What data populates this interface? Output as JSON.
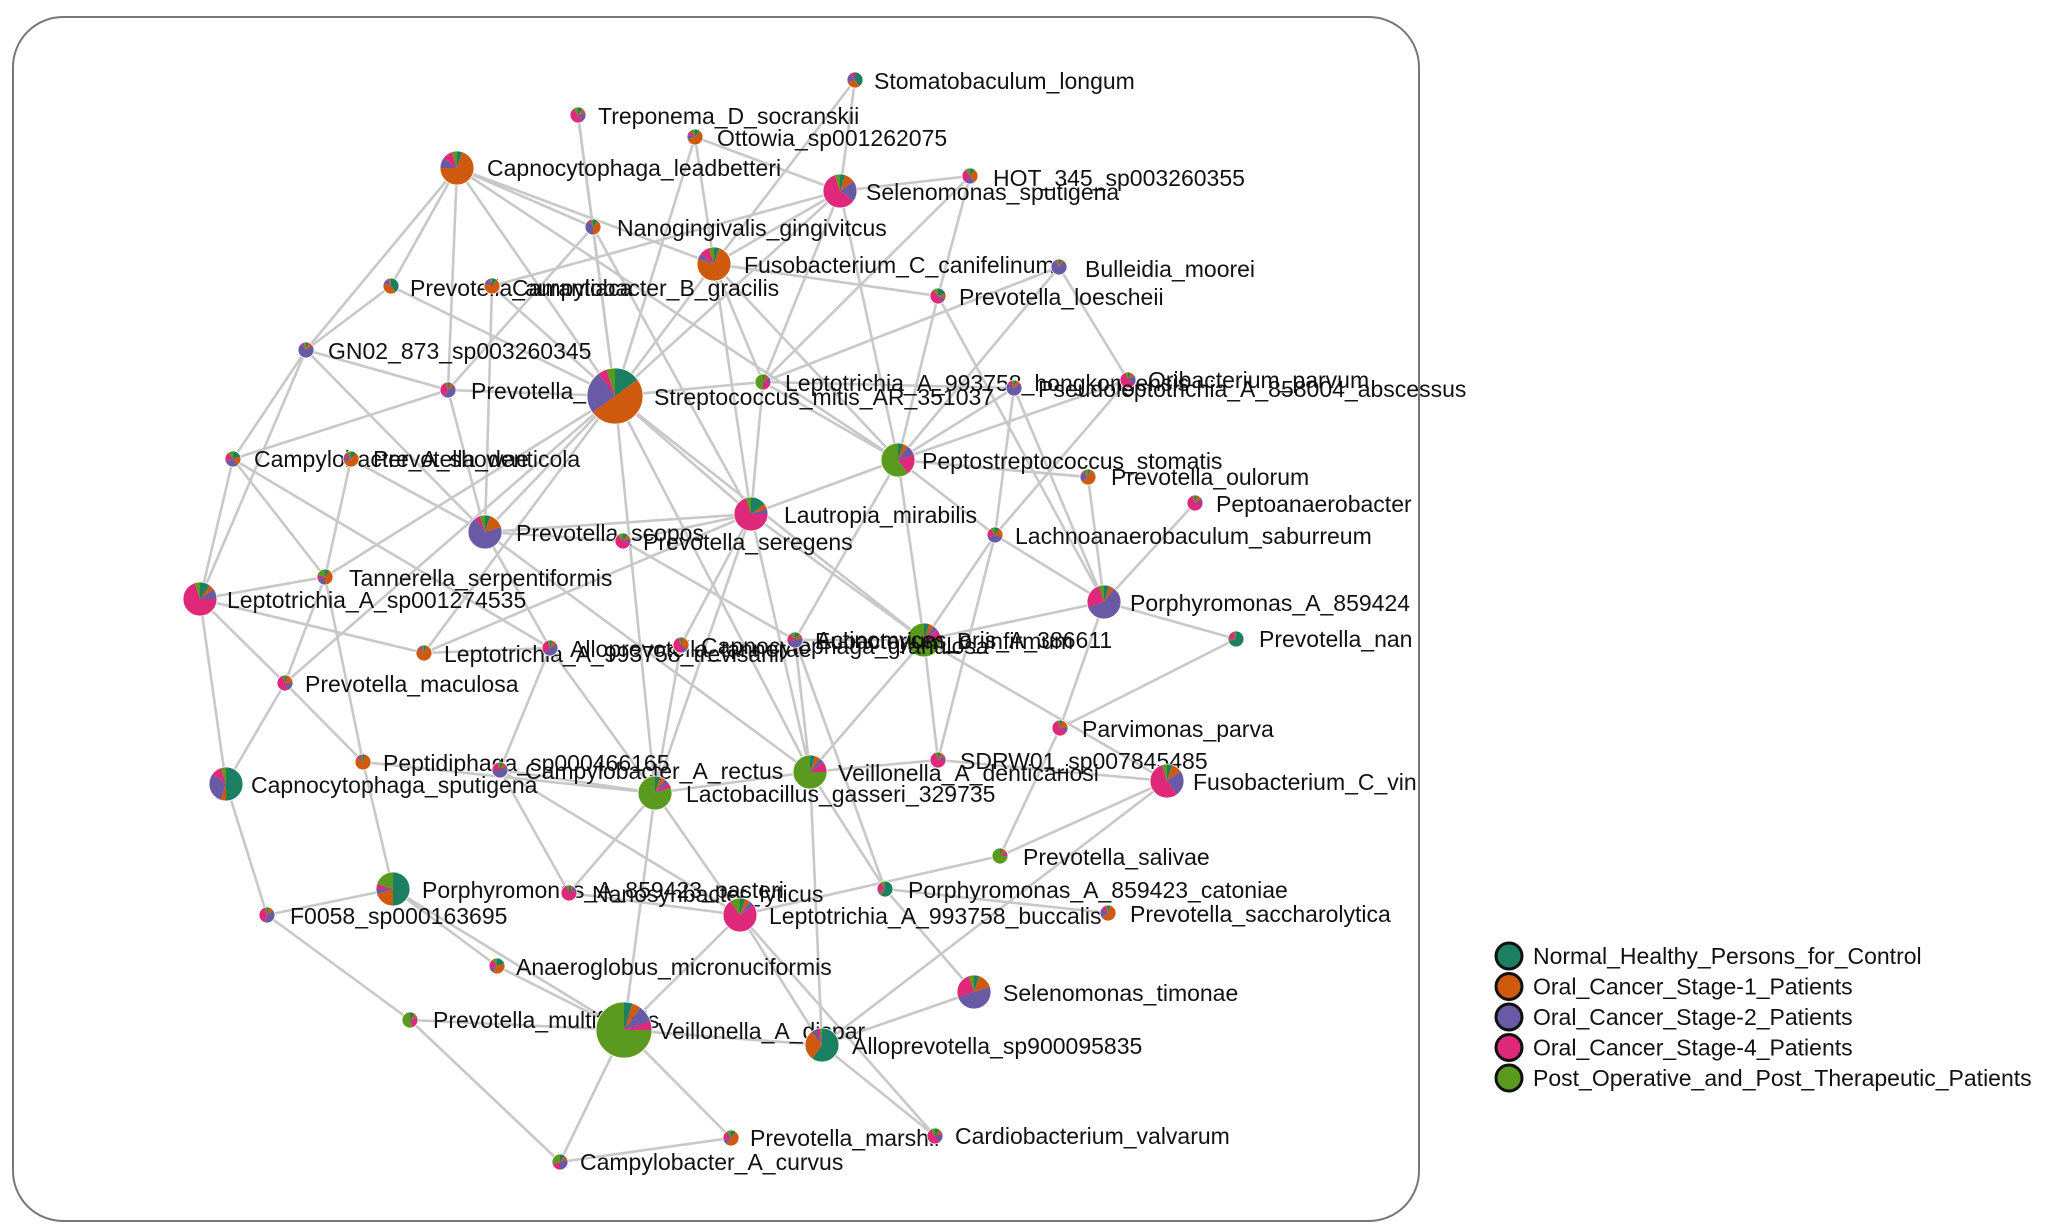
{
  "legend": {
    "groups": [
      {
        "label": "Normal_Healthy_Persons_for_Control",
        "color": "#1b7f62"
      },
      {
        "label": "Oral_Cancer_Stage-1_Patients",
        "color": "#cf5a0e"
      },
      {
        "label": "Oral_Cancer_Stage-2_Patients",
        "color": "#6a5aa5"
      },
      {
        "label": "Oral_Cancer_Stage-4_Patients",
        "color": "#e0287a"
      },
      {
        "label": "Post_Operative_and_Post_Therapeutic_Patients",
        "color": "#5a9a1e"
      }
    ]
  },
  "colors": {
    "edge": "#c8c8c8",
    "frame": "#777777",
    "outline": "#111111"
  },
  "nodes": [
    {
      "label": "Stomatobaculum_longum",
      "size": 1,
      "mix": [
        0.4,
        0.3,
        0.2,
        0.1,
        0
      ]
    },
    {
      "label": "Treponema_D_socranskii",
      "size": 1,
      "mix": [
        0.1,
        0.1,
        0.2,
        0.5,
        0.1
      ]
    },
    {
      "label": "Ottowia_sp001262075",
      "size": 1,
      "mix": [
        0.1,
        0.6,
        0.1,
        0.1,
        0.1
      ]
    },
    {
      "label": "Capnocytophaga_leadbetteri",
      "size": 2,
      "mix": [
        0.05,
        0.7,
        0.1,
        0.1,
        0.05
      ]
    },
    {
      "label": "HOT_345_sp003260355",
      "size": 1,
      "mix": [
        0.1,
        0.3,
        0.2,
        0.3,
        0.1
      ]
    },
    {
      "label": "Selenomonas_sputigena",
      "size": 2,
      "mix": [
        0.05,
        0.1,
        0.2,
        0.6,
        0.05
      ]
    },
    {
      "label": "Nanogingivalis_gingivitcus",
      "size": 1,
      "mix": [
        0.1,
        0.4,
        0.4,
        0.05,
        0.05
      ]
    },
    {
      "label": "Fusobacterium_C_canifelinum",
      "size": 2,
      "mix": [
        0.05,
        0.75,
        0.05,
        0.1,
        0.05
      ]
    },
    {
      "label": "Bulleidia_moorei",
      "size": 1,
      "mix": [
        0.05,
        0.05,
        0.8,
        0.05,
        0.05
      ]
    },
    {
      "label": "Prevotella_aurantiaca",
      "size": 1,
      "mix": [
        0.4,
        0.4,
        0.1,
        0.05,
        0.05
      ]
    },
    {
      "label": "Campylobacter_B_gracilis",
      "size": 1,
      "mix": [
        0.1,
        0.7,
        0.1,
        0.05,
        0.05
      ]
    },
    {
      "label": "Prevotella_loescheii",
      "size": 1,
      "mix": [
        0.2,
        0.1,
        0.1,
        0.5,
        0.1
      ]
    },
    {
      "label": "GN02_873_sp003260345",
      "size": 1,
      "mix": [
        0.05,
        0.1,
        0.75,
        0.05,
        0.05
      ]
    },
    {
      "label": "Leptotrichia_A_993758_hongkongensis",
      "size": 1,
      "mix": [
        0.05,
        0.1,
        0.1,
        0.25,
        0.5
      ]
    },
    {
      "label": "Oribacterium_parvum",
      "size": 1,
      "mix": [
        0.05,
        0.1,
        0.2,
        0.6,
        0.05
      ]
    },
    {
      "label": "Prevotella_oris",
      "size": 1,
      "mix": [
        0.05,
        0.1,
        0.45,
        0.35,
        0.05
      ]
    },
    {
      "label": "Streptococcus_mitis_AR_351037",
      "size": 3,
      "mix": [
        0.15,
        0.5,
        0.25,
        0.05,
        0.05
      ]
    },
    {
      "label": "Pseudoleptotrichia_A_858004_abscessus",
      "size": 1,
      "mix": [
        0.05,
        0.1,
        0.7,
        0.1,
        0.05
      ]
    },
    {
      "label": "Campylobacter_A_showae",
      "size": 1,
      "mix": [
        0.2,
        0.2,
        0.3,
        0.2,
        0.1
      ]
    },
    {
      "label": "Prevotella_denticola",
      "size": 1,
      "mix": [
        0.1,
        0.6,
        0.1,
        0.1,
        0.1
      ]
    },
    {
      "label": "Peptostreptococcus_stomatis",
      "size": 2,
      "mix": [
        0.05,
        0.05,
        0.1,
        0.2,
        0.6
      ]
    },
    {
      "label": "Prevotella_oulorum",
      "size": 1,
      "mix": [
        0.05,
        0.6,
        0.2,
        0.05,
        0.1
      ]
    },
    {
      "label": "Peptoanaerobacter",
      "size": 1,
      "mix": [
        0.05,
        0.1,
        0.1,
        0.7,
        0.05
      ]
    },
    {
      "label": "Prevotella_scopos",
      "size": 2,
      "mix": [
        0.05,
        0.15,
        0.7,
        0.05,
        0.05
      ]
    },
    {
      "label": "Lautropia_mirabilis",
      "size": 2,
      "mix": [
        0.15,
        0.05,
        0.05,
        0.7,
        0.05
      ]
    },
    {
      "label": "Prevotella_seregens",
      "size": 1,
      "mix": [
        0.1,
        0.1,
        0.1,
        0.6,
        0.1
      ]
    },
    {
      "label": "Lachnoanaerobaculum_saburreum",
      "size": 1,
      "mix": [
        0.1,
        0.2,
        0.4,
        0.2,
        0.1
      ]
    },
    {
      "label": "Tannerella_serpentiformis",
      "size": 1,
      "mix": [
        0.1,
        0.4,
        0.2,
        0.1,
        0.2
      ]
    },
    {
      "label": "Leptotrichia_A_sp001274535",
      "size": 2,
      "mix": [
        0.1,
        0.05,
        0.1,
        0.7,
        0.05
      ]
    },
    {
      "label": "Porphyromonas_A_859424",
      "size": 2,
      "mix": [
        0.05,
        0.05,
        0.6,
        0.25,
        0.05
      ]
    },
    {
      "label": "Actinomyces_oris_A_386611",
      "size": 2,
      "mix": [
        0.05,
        0.05,
        0.05,
        0.1,
        0.75
      ]
    },
    {
      "label": "Prevotella_nan",
      "size": 1,
      "mix": [
        0.7,
        0.05,
        0.05,
        0.15,
        0.05
      ]
    },
    {
      "label": "Leptotrichia_A_993758_trevisanii",
      "size": 1,
      "mix": [
        0.05,
        0.8,
        0.05,
        0.05,
        0.05
      ]
    },
    {
      "label": "Alloprevotella_tannerae",
      "size": 1,
      "mix": [
        0.05,
        0.1,
        0.5,
        0.3,
        0.05
      ]
    },
    {
      "label": "Capnocytophaga_granulosa",
      "size": 1,
      "mix": [
        0.05,
        0.3,
        0.1,
        0.5,
        0.05
      ]
    },
    {
      "label": "Eubacterium_B_infirmum",
      "size": 1,
      "mix": [
        0.1,
        0.1,
        0.5,
        0.2,
        0.1
      ]
    },
    {
      "label": "Prevotella_maculosa",
      "size": 1,
      "mix": [
        0.05,
        0.2,
        0.2,
        0.5,
        0.05
      ]
    },
    {
      "label": "Parvimonas_parva",
      "size": 1,
      "mix": [
        0.05,
        0.2,
        0.1,
        0.6,
        0.05
      ]
    },
    {
      "label": "Peptidiphaga_sp000466165",
      "size": 1,
      "mix": [
        0.05,
        0.8,
        0.05,
        0.05,
        0.05
      ]
    },
    {
      "label": "Campylobacter_A_rectus",
      "size": 1,
      "mix": [
        0.05,
        0.1,
        0.6,
        0.2,
        0.05
      ]
    },
    {
      "label": "Veillonella_A_denticariosi",
      "size": 2,
      "mix": [
        0.05,
        0.05,
        0.05,
        0.1,
        0.75
      ]
    },
    {
      "label": "SDRW01_sp007845485",
      "size": 1,
      "mix": [
        0.05,
        0.1,
        0.1,
        0.7,
        0.05
      ]
    },
    {
      "label": "Lactobacillus_gasseri_329735",
      "size": 2,
      "mix": [
        0.05,
        0.05,
        0.05,
        0.05,
        0.8
      ]
    },
    {
      "label": "Capnocytophaga_sputigena",
      "size": 2,
      "mix": [
        0.5,
        0.05,
        0.3,
        0.1,
        0.05
      ]
    },
    {
      "label": "Fusobacterium_C_vin",
      "size": 2,
      "mix": [
        0.05,
        0.1,
        0.25,
        0.55,
        0.05
      ]
    },
    {
      "label": "Prevotella_salivae",
      "size": 1,
      "mix": [
        0.05,
        0.1,
        0.05,
        0.05,
        0.75
      ]
    },
    {
      "label": "Porphyromonas_A_859423_pasteri",
      "size": 2,
      "mix": [
        0.5,
        0.2,
        0.05,
        0.05,
        0.2
      ]
    },
    {
      "label": "Nanosynbacter_lyticus",
      "size": 1,
      "mix": [
        0.05,
        0.05,
        0.1,
        0.75,
        0.05
      ]
    },
    {
      "label": "Porphyromonas_A_859423_catoniae",
      "size": 1,
      "mix": [
        0.6,
        0.05,
        0.05,
        0.2,
        0.1
      ]
    },
    {
      "label": "F0058_sp000163695",
      "size": 1,
      "mix": [
        0.05,
        0.1,
        0.4,
        0.4,
        0.05
      ]
    },
    {
      "label": "Leptotrichia_A_993758_buccalis",
      "size": 2,
      "mix": [
        0.05,
        0.05,
        0.05,
        0.75,
        0.1
      ]
    },
    {
      "label": "Prevotella_saccharolytica",
      "size": 1,
      "mix": [
        0.05,
        0.6,
        0.2,
        0.1,
        0.05
      ]
    },
    {
      "label": "Anaeroglobus_micronuciformis",
      "size": 1,
      "mix": [
        0.2,
        0.4,
        0.1,
        0.2,
        0.1
      ]
    },
    {
      "label": "Selenomonas_timonae",
      "size": 2,
      "mix": [
        0.05,
        0.15,
        0.5,
        0.25,
        0.05
      ]
    },
    {
      "label": "Prevotella_multiformis",
      "size": 1,
      "mix": [
        0.1,
        0.1,
        0.05,
        0.2,
        0.55
      ]
    },
    {
      "label": "Veillonella_A_dispar",
      "size": 3,
      "mix": [
        0.05,
        0.05,
        0.1,
        0.05,
        0.75
      ]
    },
    {
      "label": "Alloprevotella_sp900095835",
      "size": 2,
      "mix": [
        0.6,
        0.3,
        0.05,
        0.03,
        0.02
      ]
    },
    {
      "label": "Prevotella_marshii",
      "size": 1,
      "mix": [
        0.1,
        0.5,
        0.1,
        0.2,
        0.1
      ]
    },
    {
      "label": "Cardiobacterium_valvarum",
      "size": 1,
      "mix": [
        0.1,
        0.1,
        0.2,
        0.5,
        0.1
      ]
    },
    {
      "label": "Campylobacter_A_curvus",
      "size": 1,
      "mix": [
        0.1,
        0.1,
        0.3,
        0.2,
        0.3
      ]
    }
  ]
}
